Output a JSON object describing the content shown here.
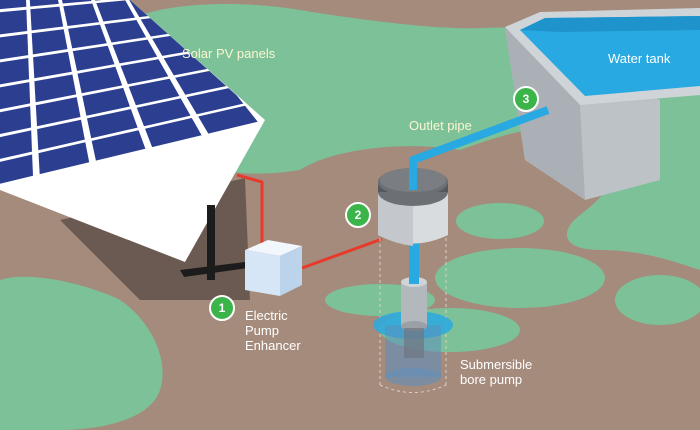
{
  "labels": {
    "solar_panels": "Solar PV panels",
    "water_tank": "Water tank",
    "outlet_pipe": "Outlet pipe",
    "pump_enhancer": [
      "Electric",
      "Pump",
      "Enhancer"
    ],
    "bore_pump": [
      "Submersible",
      "bore pump"
    ]
  },
  "badges": [
    "1",
    "2",
    "3"
  ],
  "colors": {
    "ground": "#a58b7c",
    "grass": "#7dc198",
    "panel_cell": "#2b3e90",
    "panel_frame": "#ffffff",
    "water": "#29a9e1",
    "wire": "#e63a2c",
    "badge": "#3bb54a",
    "tank_wall": "#cfd4d8"
  }
}
